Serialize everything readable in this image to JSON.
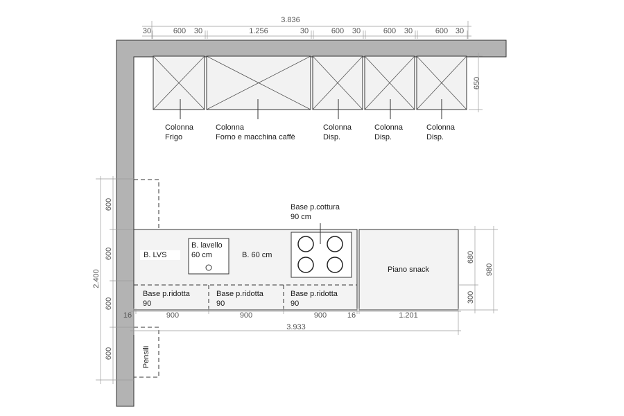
{
  "dims": {
    "top_total": "3.836",
    "top_segments": [
      "30",
      "600",
      "30",
      "1.256",
      "30",
      "600",
      "30",
      "600",
      "30",
      "600",
      "30"
    ],
    "tall_height": "650",
    "left_total": "2.400",
    "left_segments": [
      "600",
      "600",
      "600",
      "600"
    ],
    "bottom_segments": [
      "16",
      "900",
      "900",
      "900",
      "16",
      "1.201"
    ],
    "bottom_total": "3.933",
    "right_inner": [
      "680",
      "300"
    ],
    "right_total": "980"
  },
  "tall_units": [
    {
      "line1": "Colonna",
      "line2": "Frigo"
    },
    {
      "line1": "Colonna",
      "line2": "Forno e macchina caffè"
    },
    {
      "line1": "Colonna",
      "line2": "Disp."
    },
    {
      "line1": "Colonna",
      "line2": "Disp."
    },
    {
      "line1": "Colonna",
      "line2": "Disp."
    }
  ],
  "counter": {
    "lvs": "B. LVS",
    "sink_line1": "B. lavello",
    "sink_line2": "60 cm",
    "b60": "B. 60 cm",
    "hob_line1": "Base p.cottura",
    "hob_line2": "90 cm",
    "snack": "Piano snack",
    "reduced": [
      {
        "line1": "Base p.ridotta",
        "line2": "90"
      },
      {
        "line1": "Base p.ridotta",
        "line2": "90"
      },
      {
        "line1": "Base p.ridotta",
        "line2": "90"
      }
    ]
  },
  "pensili": "Pensili"
}
